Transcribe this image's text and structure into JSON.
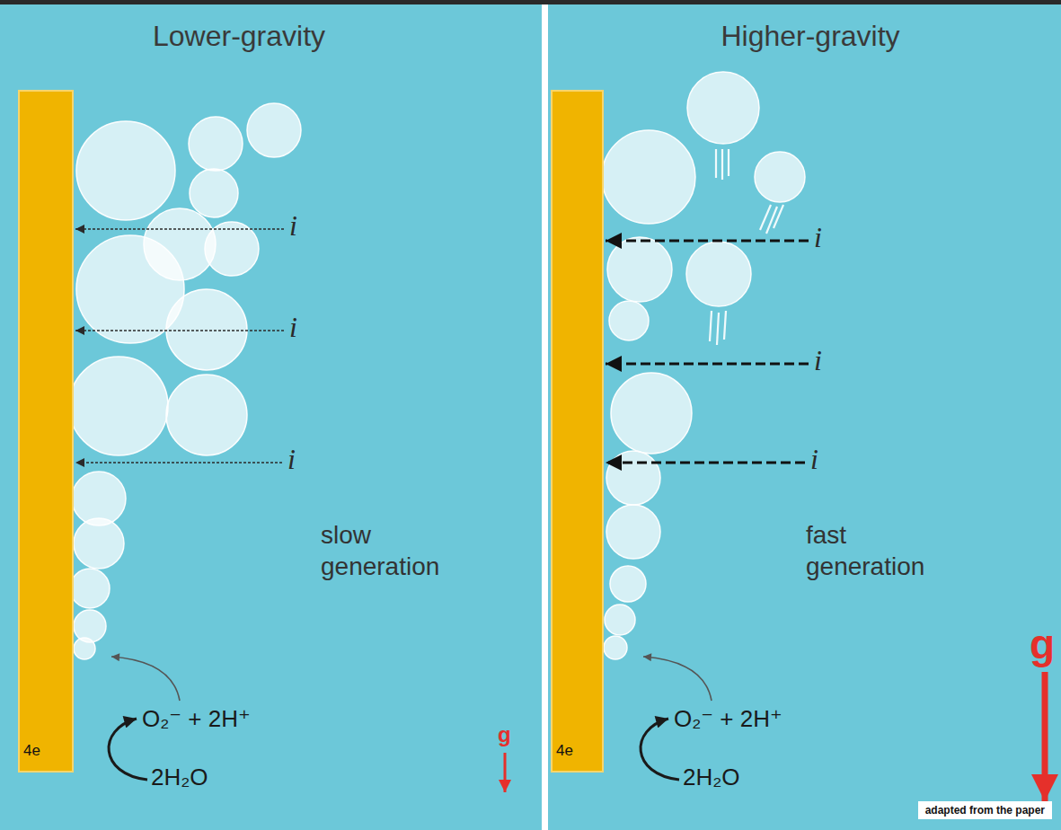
{
  "diagram": {
    "nodes": [
      {
        "text": [
          "Lower-gravity"
        ]
      },
      {
        "text": [
          "4e"
        ],
        "in": 0
      },
      {
        "text": [
          "Higher-gravity"
        ]
      },
      {
        "text": [
          "4e"
        ],
        "in": 2
      },
      {
        "text": [
          "adapted from the paper"
        ],
        "in": 2
      }
    ],
    "labels": [
      "i",
      "i",
      "i",
      "slow generation",
      "O₂⁻ + 2H⁺",
      "2H₂O",
      "g",
      "i",
      "i",
      "i",
      "fast generation",
      "O₂⁻ + 2H⁺",
      "2H₂O",
      "g"
    ]
  }
}
